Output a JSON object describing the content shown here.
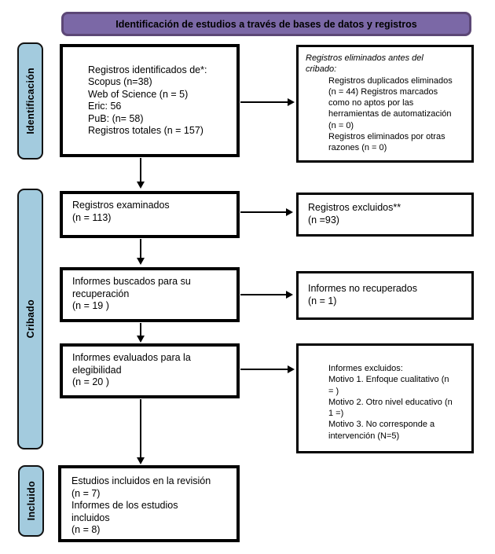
{
  "header": {
    "title": "Identificación de estudios a través de bases de datos y registros"
  },
  "stages": [
    {
      "id": "identification",
      "label": "Identificación"
    },
    {
      "id": "screening",
      "label": "Cribado"
    },
    {
      "id": "included",
      "label": "Incluido"
    }
  ],
  "flow": {
    "identified": "Registros identificados de*:\nScopus (n=38)\nWeb of Science (n = 5)\nEric: 56\nPuB: (n= 58)\nRegistros totales (n = 157)",
    "removed_header": "Registros eliminados antes del\ncribado:",
    "removed_body": "Registros duplicados eliminados\n(n = 44) Registros marcados\ncomo no aptos por las\nherramientas de automatización\n(n = 0)\nRegistros eliminados por otras\nrazones (n = 0)",
    "screened": "Registros examinados\n(n = 113)",
    "excluded": "Registros excluidos**\n(n =93)",
    "sought": "Informes buscados para su\nrecuperación\n(n = 19 )",
    "not_retrieved": "Informes no recuperados\n(n = 1)",
    "assessed": "Informes evaluados para la\nelegibilidad\n(n = 20 )",
    "reports_excluded": "Informes excluidos:\nMotivo 1. Enfoque cualitativo (n\n=   )\nMotivo 2. Otro nivel educativo (n\n1 =)\nMotivo 3. No corresponde a\nintervención (N=5)",
    "included_studies": "Estudios incluidos en la revisión\n(n = 7)\nInformes de los estudios\nincluidos\n(n = 8)"
  },
  "colors": {
    "title_fill": "#7B68A6",
    "title_border": "#5C4776",
    "stage_fill": "#A3CBDE",
    "box_border": "#000000",
    "background": "#FFFFFF"
  }
}
